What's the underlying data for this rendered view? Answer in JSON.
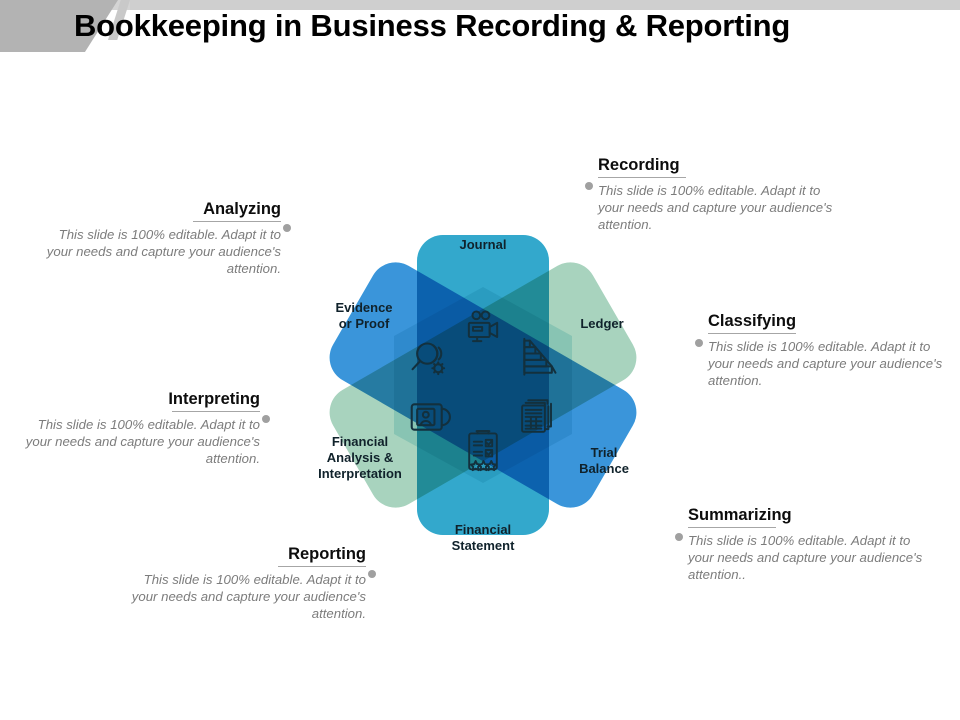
{
  "slide": {
    "title": "Bookkeeping in Business Recording & Reporting"
  },
  "diagram": {
    "petals": [
      {
        "label": "Journal",
        "color": "#72cfe4"
      },
      {
        "label": "Ledger",
        "color": "#cfe8dc"
      },
      {
        "label": "Trial\nBalance",
        "color": "#79c3ec"
      },
      {
        "label": "Financial\nStatement",
        "color": "#72cfe4"
      },
      {
        "label": "Financial\nAnalysis  &\nInterpretation",
        "color": "#cfe8dc"
      },
      {
        "label": "Evidence\nor Proof",
        "color": "#79c3ec"
      }
    ],
    "petal_labels": {
      "journal": "Journal",
      "ledger": "Ledger",
      "trial_balance_line1": "Trial",
      "trial_balance_line2": "Balance",
      "financial_statement_line1": "Financial",
      "financial_statement_line2": "Statement",
      "financial_analysis_line1": "Financial",
      "financial_analysis_line2": "Analysis  &",
      "financial_analysis_line3": "Interpretation",
      "evidence_line1": "Evidence",
      "evidence_line2": "or Proof"
    },
    "icons": [
      "video-camera-icon",
      "magnifier-gear-icon",
      "pyramid-chart-icon",
      "id-card-icon",
      "spreadsheet-stack-icon",
      "clipboard-checklist-icon"
    ]
  },
  "callouts": {
    "recording": {
      "title": "Recording",
      "body": "This slide is 100% editable.  Adapt it to your needs and capture your audience's attention."
    },
    "classifying": {
      "title": "Classifying",
      "body": "This slide is 100% editable.  Adapt it to your needs and capture your audience's attention."
    },
    "summarizing": {
      "title": "Summarizing",
      "body": "This slide is 100% editable.  Adapt it to your needs and capture your audience's attention.."
    },
    "analyzing": {
      "title": "Analyzing",
      "body": "This slide is 100% editable.  Adapt it to your needs and capture your audience's attention."
    },
    "interpreting": {
      "title": "Interpreting",
      "body": "This slide is 100% editable.  Adapt it to your needs and capture your audience's attention."
    },
    "reporting": {
      "title": "Reporting",
      "body": "This slide is 100% editable.  Adapt it to your needs and capture your audience's attention."
    }
  },
  "colors": {
    "petal_blue": "#79c3ec",
    "petal_cyan": "#72cfe4",
    "petal_mint": "#cfe8dc",
    "title_black": "#000000",
    "body_gray": "#7c7c7c",
    "header_gray": "#b3b3b3"
  }
}
